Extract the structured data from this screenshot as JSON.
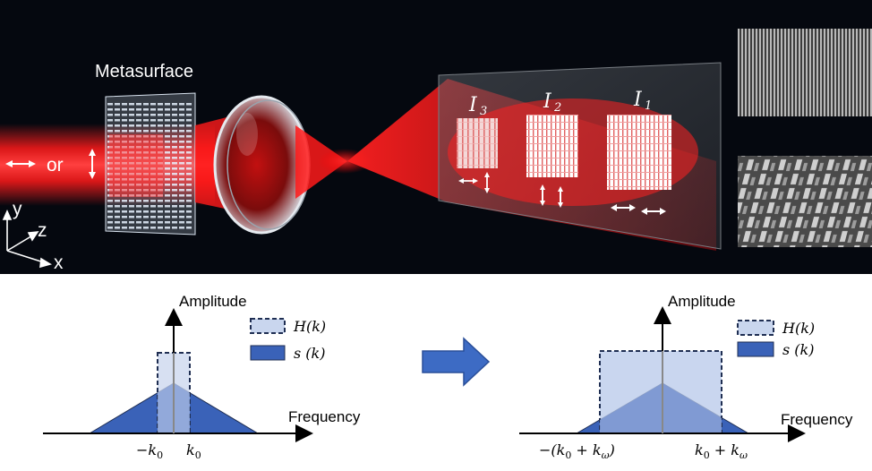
{
  "top": {
    "metasurface_label": "Metasurface",
    "input_or": "or",
    "axes": {
      "y": "y",
      "z": "z",
      "x": "x"
    },
    "images": [
      {
        "name": "I",
        "sub": "3",
        "pol": "both"
      },
      {
        "name": "I",
        "sub": "2",
        "pol": "vertical"
      },
      {
        "name": "I",
        "sub": "1",
        "pol": "horizontal"
      }
    ]
  },
  "bottom_left": {
    "y_axis_label": "Amplitude",
    "x_axis_label": "Frequency",
    "legend_filter": "H(k)",
    "legend_signal": "s (k)",
    "tick_neg": "−k",
    "tick_neg_sub": "0",
    "tick_pos": "k",
    "tick_pos_sub": "0"
  },
  "bottom_right": {
    "y_axis_label": "Amplitude",
    "x_axis_label": "Frequency",
    "legend_filter": "H(k)",
    "legend_signal": "s (k)",
    "tick_neg": "−(k",
    "tick_neg_sub1": "0",
    "tick_neg_mid": " + k",
    "tick_neg_sub2": "ω",
    "tick_neg_end": ")",
    "tick_pos": "k",
    "tick_pos_sub1": "0",
    "tick_pos_mid": " + k",
    "tick_pos_sub2": "ω"
  },
  "colors": {
    "background_top": "#05080f",
    "beam": "#ff1a1a",
    "filter_fill": "#c9d6ee",
    "filter_border": "#1f2e52",
    "signal_fill": "#3a62b8",
    "arrow_fill": "#3d6bc4"
  }
}
